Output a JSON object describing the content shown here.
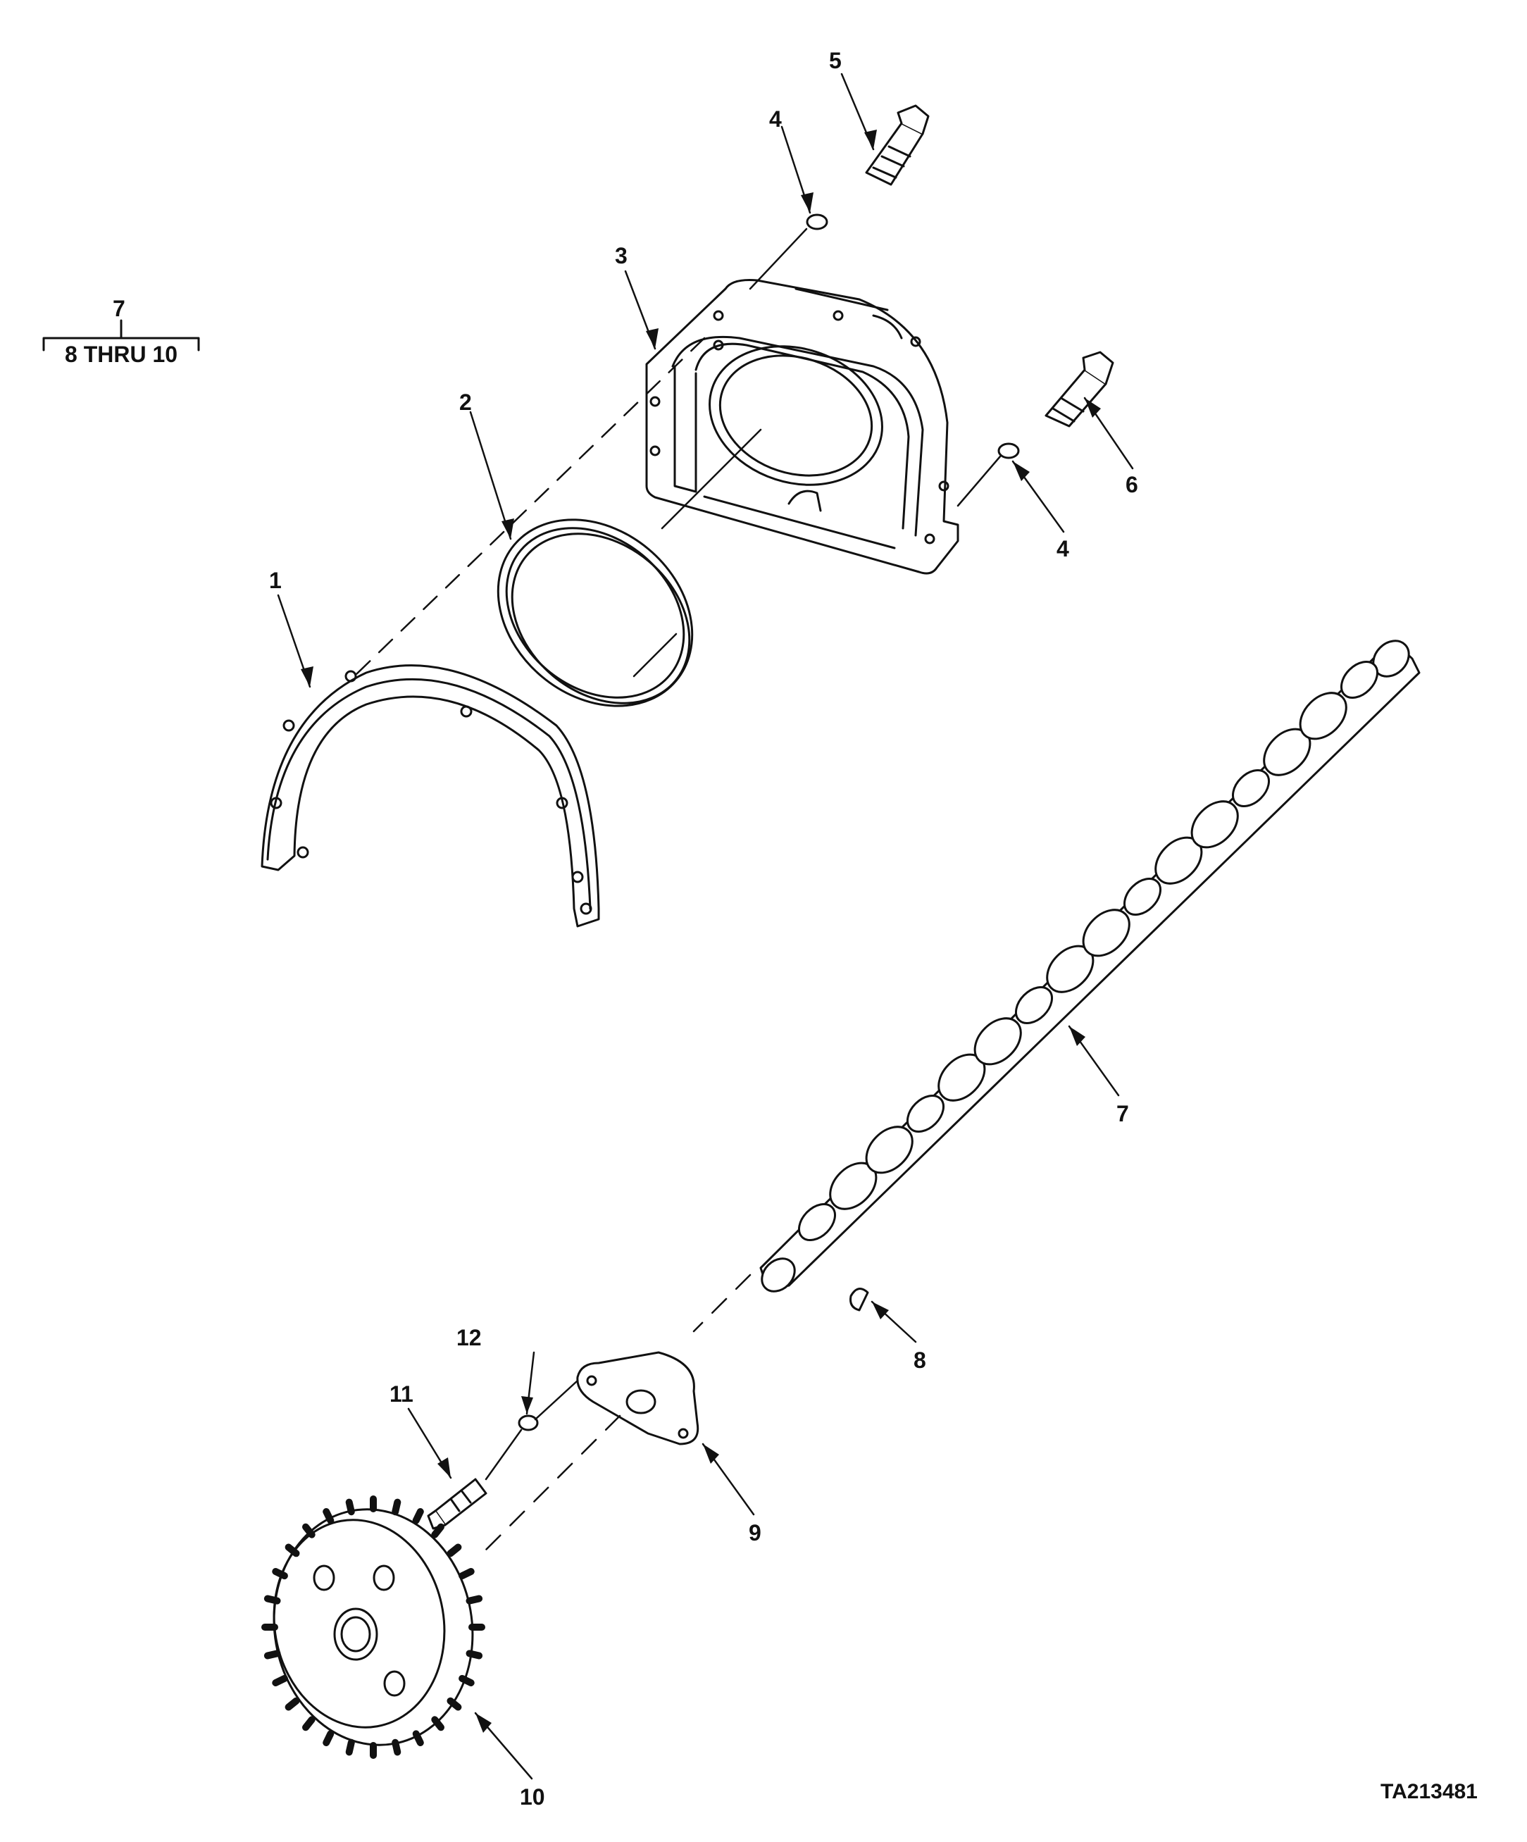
{
  "legend": {
    "parent": "7",
    "children": "8 THRU 10"
  },
  "callouts": [
    "1",
    "2",
    "3",
    "4",
    "5",
    "4",
    "6",
    "7",
    "8",
    "9",
    "10",
    "11",
    "12"
  ],
  "figure_id": "TA213481",
  "colors": {
    "ink": "#111111",
    "paper": "#ffffff"
  }
}
